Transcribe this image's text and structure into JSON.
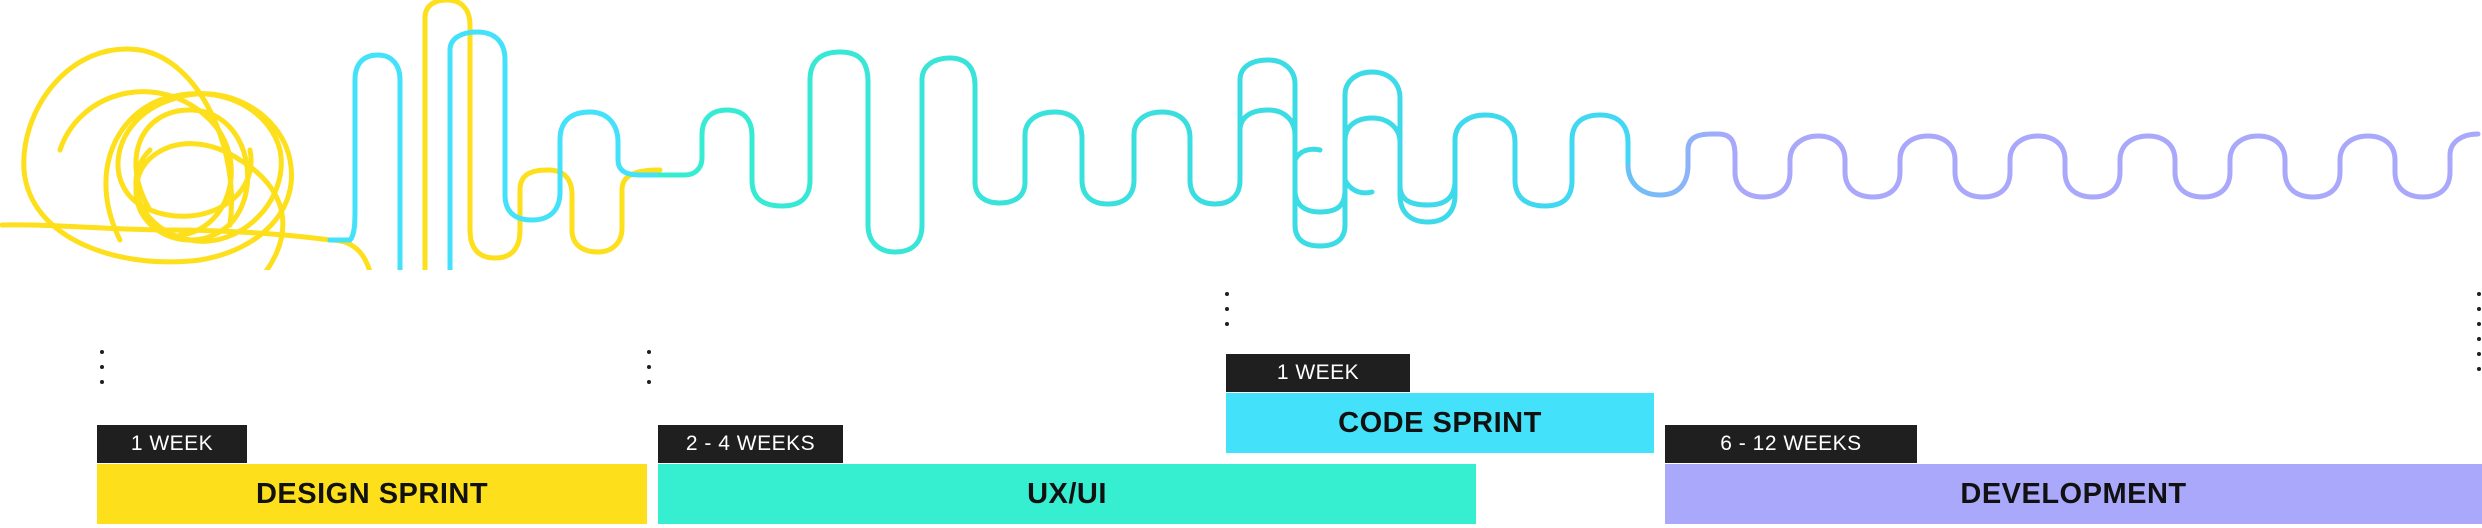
{
  "colors": {
    "design": "#FDDF1B",
    "uxui": "#36EED0",
    "code": "#43E2FA",
    "development": "#A9A8FB",
    "badge": "#1F1F1F"
  },
  "phases": {
    "design": {
      "duration": "1 WEEK",
      "label": "DESIGN SPRINT"
    },
    "uxui": {
      "duration": "2 - 4 WEEKS",
      "label": "UX/UI"
    },
    "code": {
      "duration": "1 WEEK",
      "label": "CODE SPRINT"
    },
    "development": {
      "duration": "6 - 12 WEEKS",
      "label": "DEVELOPMENT"
    }
  }
}
